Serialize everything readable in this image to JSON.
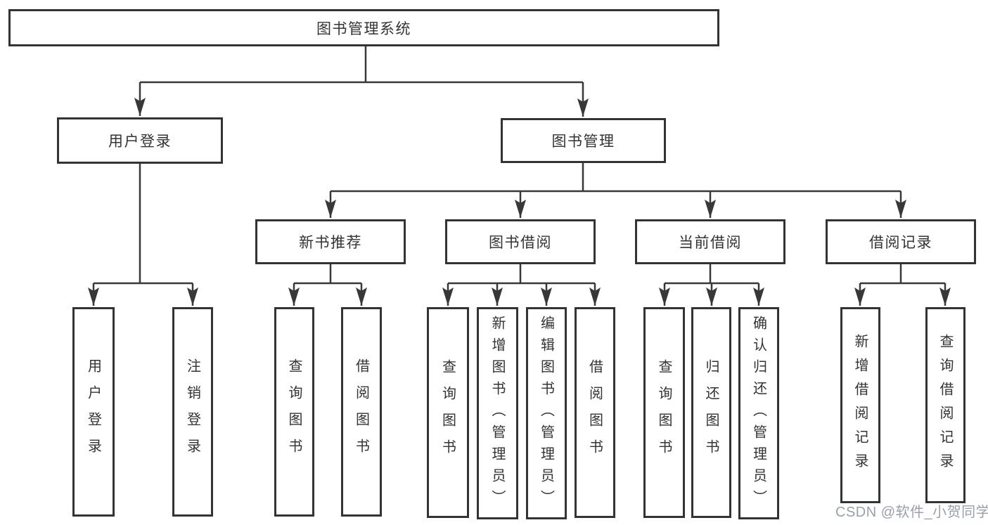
{
  "tree": {
    "root": {
      "label": "图书管理系统"
    },
    "children": [
      {
        "label": "用户登录",
        "children": [
          {
            "label": "用户登录"
          },
          {
            "label": "注销登录"
          }
        ]
      },
      {
        "label": "图书管理",
        "children": [
          {
            "label": "新书推荐",
            "children": [
              {
                "label": "查询图书"
              },
              {
                "label": "借阅图书"
              }
            ]
          },
          {
            "label": "图书借阅",
            "children": [
              {
                "label": "查询图书"
              },
              {
                "label": "新增图书（管理员）"
              },
              {
                "label": "编辑图书（管理员）"
              },
              {
                "label": "借阅图书"
              }
            ]
          },
          {
            "label": "当前借阅",
            "children": [
              {
                "label": "查询图书"
              },
              {
                "label": "归还图书"
              },
              {
                "label": "确认归还（管理员）"
              }
            ]
          },
          {
            "label": "借阅记录",
            "children": [
              {
                "label": "新增借阅记录"
              },
              {
                "label": "查询借阅记录"
              }
            ]
          }
        ]
      }
    ]
  },
  "watermark": {
    "text": "CSDN @软件_小贺同学"
  },
  "colors": {
    "line": "#383838",
    "box_border": "#333333",
    "text": "#333333",
    "background": "#ffffff",
    "watermark": "#9aa0a8"
  }
}
